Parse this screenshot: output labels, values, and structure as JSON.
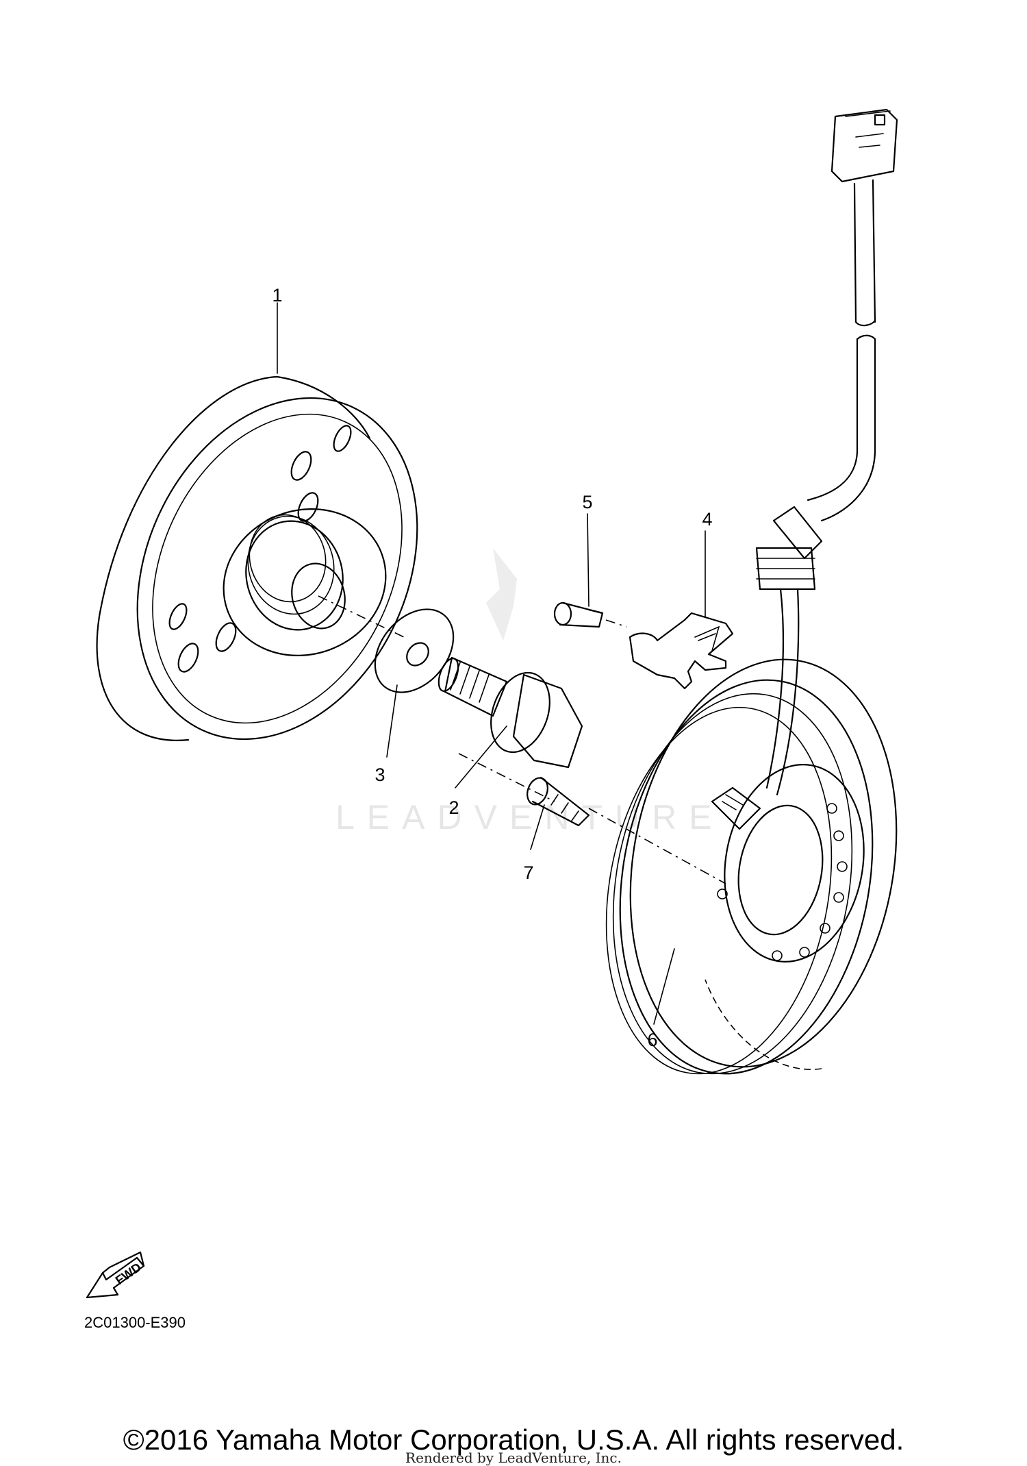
{
  "watermark": "LEADVENTURE",
  "callouts": [
    "1",
    "2",
    "3",
    "4",
    "5",
    "6",
    "7"
  ],
  "fwd_label": "FWD",
  "diagram_code": "2C01300-E390",
  "copyright": "©2016 Yamaha Motor Corporation, U.S.A. All rights reserved.",
  "rendered_by": "Rendered by LeadVenture, Inc."
}
